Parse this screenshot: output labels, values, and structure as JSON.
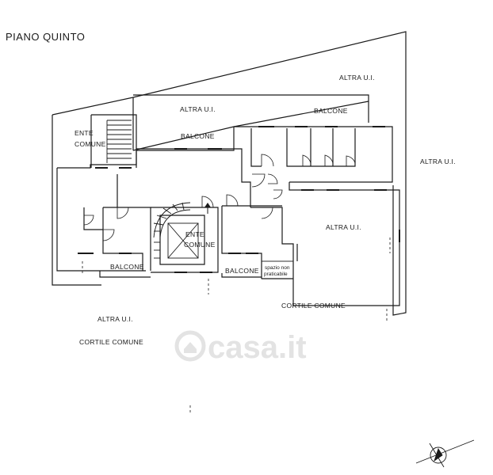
{
  "plan": {
    "title": "PIANO QUINTO",
    "labels": {
      "altra_ui_top": "ALTRA U.I.",
      "altra_ui_mid": "ALTRA U.I.",
      "altra_ui_right": "ALTRA U.I.",
      "altra_ui_center": "ALTRA U.I.",
      "altra_ui_bottom": "ALTRA U.I.",
      "balcone_top_right": "BALCONE",
      "balcone_top_mid": "BALCONE",
      "balcone_bottom_left": "BALCONE",
      "balcone_bottom_mid": "BALCONE",
      "ente_comune_top_1": "ENTE",
      "ente_comune_top_2": "COMUNE",
      "ente_comune_mid_1": "ENTE",
      "ente_comune_mid_2": "COMUNE",
      "spazio_1": "spazio non",
      "spazio_2": "praticabile",
      "cortile_comune_right": "CORTILE COMUNE",
      "cortile_comune_left": "CORTILE COMUNE"
    },
    "watermark": "casa.it",
    "compass_icon": "north-arrow-icon",
    "colors": {
      "lines": "#1a1a1a",
      "watermark": "#e3e3e3",
      "background": "#ffffff"
    }
  }
}
